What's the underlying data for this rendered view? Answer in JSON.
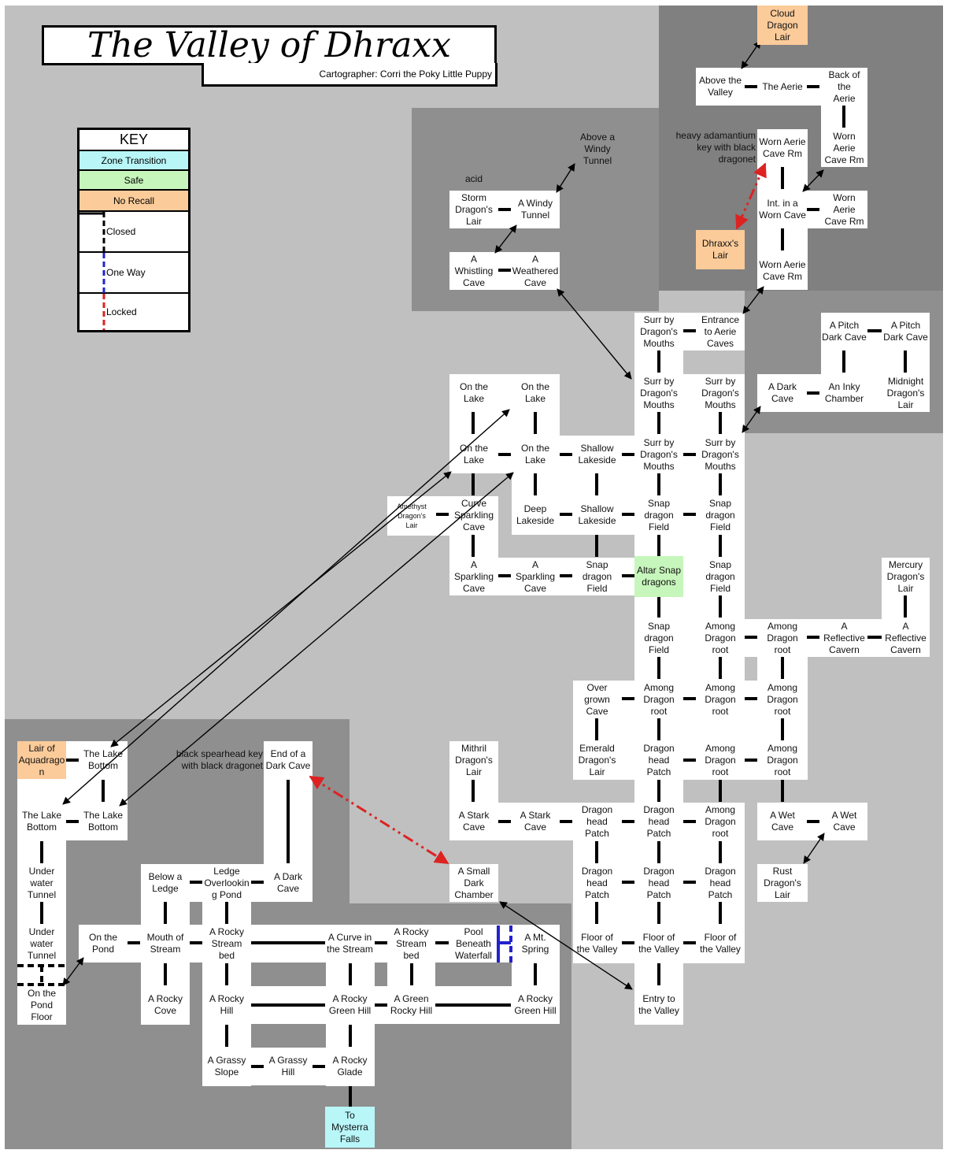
{
  "title": "The Valley of Dhraxx",
  "cartographer": "Cartographer: Corri the Poky Little Puppy",
  "key": {
    "title": "KEY",
    "zone_transition": "Zone Transition",
    "safe": "Safe",
    "no_recall": "No Recall",
    "closed": "Closed",
    "one_way": "One Way",
    "locked": "Locked"
  },
  "colors": {
    "zone_transition": "#b8f6f8",
    "safe": "#c6f6bb",
    "no_recall": "#fbcb9a",
    "closed": "#000000",
    "one_way": "#2222cc",
    "locked": "#dd2222",
    "zone_light": "#c0c0c0",
    "zone_medium": "#8f8f8f",
    "zone_dark": "#808080"
  },
  "rooms": [
    {
      "id": "cloud-dragon-lair",
      "label": "Cloud\nDragon\nLair",
      "type": "norecall"
    },
    {
      "id": "above-the-valley",
      "label": "Above the\nValley"
    },
    {
      "id": "the-aerie",
      "label": "The Aerie"
    },
    {
      "id": "back-of-the-aerie",
      "label": "Back of the\nAerie"
    },
    {
      "id": "worn-aerie-cave-rm-1",
      "label": "Worn Aerie\nCave Rm"
    },
    {
      "id": "worn-aerie-cave-rm-2",
      "label": "Worn Aerie\nCave Rm"
    },
    {
      "id": "int-in-a-worn-cave",
      "label": "Int. in a\nWorn Cave"
    },
    {
      "id": "worn-aerie-cave-rm-3",
      "label": "Worn Aerie\nCave Rm"
    },
    {
      "id": "dhraxx-lair",
      "label": "Dhraxx's\nLair",
      "type": "norecall"
    },
    {
      "id": "worn-aerie-cave-rm-4",
      "label": "Worn Aerie\nCave Rm"
    },
    {
      "id": "above-a-windy-tunnel",
      "label": "Above a\nWindy\nTunnel"
    },
    {
      "id": "storm-dragon-lair",
      "label": "Storm\nDragon's\nLair"
    },
    {
      "id": "a-windy-tunnel",
      "label": "A Windy\nTunnel"
    },
    {
      "id": "a-whistling-cave",
      "label": "A Whistling\nCave"
    },
    {
      "id": "a-weathered-cave",
      "label": "A\nWeathered\nCave"
    },
    {
      "id": "surr-1",
      "label": "Surr by\nDragon's\nMouths"
    },
    {
      "id": "entrance-to-aerie-caves",
      "label": "Entrance\nto Aerie\nCaves"
    },
    {
      "id": "pitch-dark-cave-1",
      "label": "A Pitch\nDark Cave"
    },
    {
      "id": "pitch-dark-cave-2",
      "label": "A Pitch\nDark Cave"
    },
    {
      "id": "surr-2",
      "label": "Surr by\nDragon's\nMouths"
    },
    {
      "id": "surr-3",
      "label": "Surr by\nDragon's\nMouths"
    },
    {
      "id": "a-dark-cave-east",
      "label": "A Dark\nCave"
    },
    {
      "id": "an-inky-chamber",
      "label": "An Inky\nChamber"
    },
    {
      "id": "midnight-dragon-lair",
      "label": "Midnight\nDragon's\nLair"
    },
    {
      "id": "on-the-lake-1",
      "label": "On the\nLake"
    },
    {
      "id": "on-the-lake-2",
      "label": "On the\nLake"
    },
    {
      "id": "on-the-lake-3",
      "label": "On the\nLake"
    },
    {
      "id": "on-the-lake-4",
      "label": "On the\nLake"
    },
    {
      "id": "shallow-lakeside-1",
      "label": "Shallow\nLakeside"
    },
    {
      "id": "surr-4",
      "label": "Surr by\nDragon's\nMouths"
    },
    {
      "id": "surr-5",
      "label": "Surr by\nDragon's\nMouths"
    },
    {
      "id": "amethyst-dragon-lair",
      "label": "Amethyst\nDragon's\nLair",
      "small": true
    },
    {
      "id": "curve-sparkling-cave",
      "label": "Curve\nSparkling\nCave"
    },
    {
      "id": "deep-lakeside",
      "label": "Deep\nLakeside"
    },
    {
      "id": "shallow-lakeside-2",
      "label": "Shallow\nLakeside"
    },
    {
      "id": "snap-field-1",
      "label": "Snap\ndragon\nField"
    },
    {
      "id": "snap-field-2",
      "label": "Snap\ndragon\nField"
    },
    {
      "id": "sparkling-cave-1",
      "label": "A\nSparkling\nCave"
    },
    {
      "id": "sparkling-cave-2",
      "label": "A\nSparkling\nCave"
    },
    {
      "id": "snap-field-3",
      "label": "Snap\ndragon\nField"
    },
    {
      "id": "altar-snap-dragons",
      "label": "Altar Snap\ndragons",
      "type": "safe"
    },
    {
      "id": "snap-field-4",
      "label": "Snap\ndragon\nField"
    },
    {
      "id": "mercury-dragon-lair",
      "label": "Mercury\nDragon's\nLair"
    },
    {
      "id": "snap-field-5",
      "label": "Snap\ndragon\nField"
    },
    {
      "id": "among-root-1",
      "label": "Among\nDragon\nroot"
    },
    {
      "id": "among-root-2",
      "label": "Among\nDragon\nroot"
    },
    {
      "id": "reflective-cavern-1",
      "label": "A\nReflective\nCavern"
    },
    {
      "id": "reflective-cavern-2",
      "label": "A\nReflective\nCavern"
    },
    {
      "id": "overgrown-cave",
      "label": "Over\ngrown\nCave"
    },
    {
      "id": "among-root-3",
      "label": "Among\nDragon\nroot"
    },
    {
      "id": "among-root-4",
      "label": "Among\nDragon\nroot"
    },
    {
      "id": "among-root-5",
      "label": "Among\nDragon\nroot"
    },
    {
      "id": "lair-of-aquadragon",
      "label": "Lair of\nAquadrago\nn",
      "type": "norecall"
    },
    {
      "id": "lake-bottom-1",
      "label": "The Lake\nBottom"
    },
    {
      "id": "end-of-dark-cave",
      "label": "End of a\nDark Cave"
    },
    {
      "id": "mithril-dragon-lair",
      "label": "Mithril\nDragon's\nLair"
    },
    {
      "id": "emerald-dragon-lair",
      "label": "Emerald\nDragon's\nLair"
    },
    {
      "id": "dragonhead-1",
      "label": "Dragon\nhead\nPatch"
    },
    {
      "id": "among-root-6",
      "label": "Among\nDragon\nroot"
    },
    {
      "id": "among-root-7",
      "label": "Among\nDragon\nroot"
    },
    {
      "id": "lake-bottom-2",
      "label": "The Lake\nBottom"
    },
    {
      "id": "lake-bottom-3",
      "label": "The Lake\nBottom"
    },
    {
      "id": "stark-cave-1",
      "label": "A Stark\nCave"
    },
    {
      "id": "stark-cave-2",
      "label": "A Stark\nCave"
    },
    {
      "id": "dragonhead-2",
      "label": "Dragon\nhead\nPatch"
    },
    {
      "id": "dragonhead-3",
      "label": "Dragon\nhead\nPatch"
    },
    {
      "id": "among-root-8",
      "label": "Among\nDragon\nroot"
    },
    {
      "id": "wet-cave-1",
      "label": "A Wet\nCave"
    },
    {
      "id": "wet-cave-2",
      "label": "A Wet\nCave"
    },
    {
      "id": "underwater-tunnel-1",
      "label": "Under\nwater\nTunnel"
    },
    {
      "id": "below-a-ledge",
      "label": "Below a\nLedge"
    },
    {
      "id": "ledge-overlooking-pond",
      "label": "Ledge\nOverlookin\ng Pond"
    },
    {
      "id": "a-dark-cave-west",
      "label": "A Dark\nCave"
    },
    {
      "id": "small-dark-chamber",
      "label": "A Small\nDark\nChamber"
    },
    {
      "id": "dragonhead-4",
      "label": "Dragon\nhead\nPatch"
    },
    {
      "id": "dragonhead-5",
      "label": "Dragon\nhead\nPatch"
    },
    {
      "id": "dragonhead-6",
      "label": "Dragon\nhead\nPatch"
    },
    {
      "id": "rust-dragon-lair",
      "label": "Rust\nDragon's\nLair"
    },
    {
      "id": "underwater-tunnel-2",
      "label": "Under\nwater\nTunnel"
    },
    {
      "id": "on-the-pond",
      "label": "On the\nPond"
    },
    {
      "id": "mouth-of-stream",
      "label": "Mouth of\nStream"
    },
    {
      "id": "rocky-stream-bed-1",
      "label": "A Rocky\nStream\nbed"
    },
    {
      "id": "curve-in-stream",
      "label": "A Curve in\nthe Stream"
    },
    {
      "id": "rocky-stream-bed-2",
      "label": "A Rocky\nStream\nbed"
    },
    {
      "id": "pool-beneath-waterfall",
      "label": "Pool\nBeneath\nWaterfall"
    },
    {
      "id": "a-mt-spring",
      "label": "A Mt.\nSpring"
    },
    {
      "id": "floor-valley-1",
      "label": "Floor of\nthe Valley"
    },
    {
      "id": "floor-valley-2",
      "label": "Floor of\nthe Valley"
    },
    {
      "id": "floor-valley-3",
      "label": "Floor of\nthe Valley"
    },
    {
      "id": "on-the-pond-floor",
      "label": "On the\nPond Floor"
    },
    {
      "id": "rocky-cove",
      "label": "A Rocky\nCove"
    },
    {
      "id": "rocky-hill",
      "label": "A Rocky\nHill"
    },
    {
      "id": "rocky-green-hill-1",
      "label": "A Rocky\nGreen Hill"
    },
    {
      "id": "green-rocky-hill",
      "label": "A Green\nRocky Hill"
    },
    {
      "id": "rocky-green-hill-2",
      "label": "A Rocky\nGreen Hill"
    },
    {
      "id": "entry-to-valley",
      "label": "Entry to\nthe Valley"
    },
    {
      "id": "grassy-slope",
      "label": "A Grassy\nSlope"
    },
    {
      "id": "grassy-hill",
      "label": "A Grassy\nHill"
    },
    {
      "id": "rocky-glade",
      "label": "A Rocky\nGlade"
    },
    {
      "id": "to-mysterra-falls",
      "label": "To\nMysterra\nFalls",
      "type": "zt"
    }
  ],
  "notes": [
    {
      "id": "note-heavy-key",
      "text": "heavy adamantium\nkey with black\ndragonet"
    },
    {
      "id": "note-acid",
      "text": "acid"
    },
    {
      "id": "note-spearhead-key",
      "text": "black spearhead key\nwith black dragonet"
    }
  ]
}
